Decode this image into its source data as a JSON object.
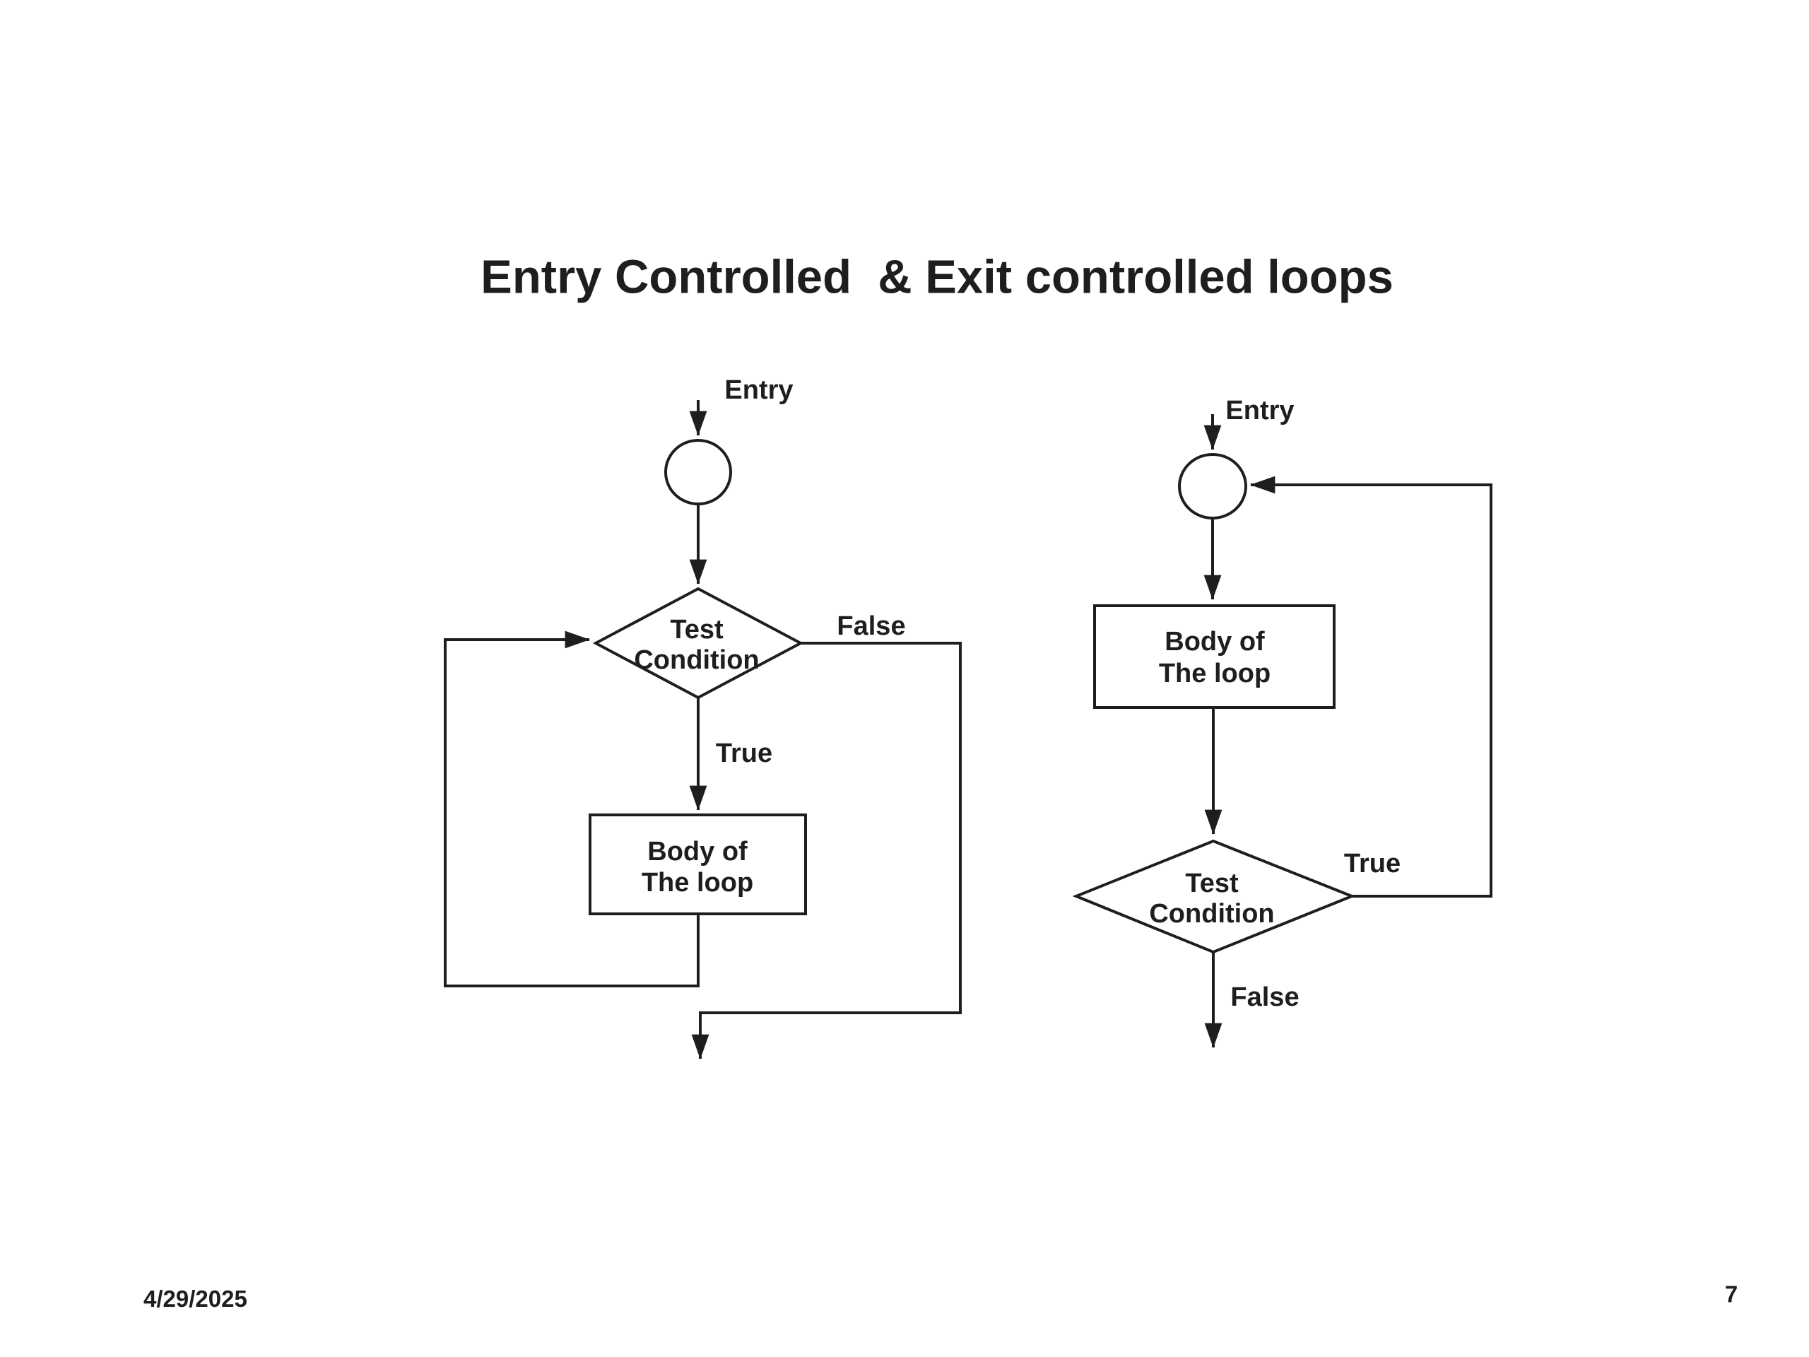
{
  "colors": {
    "ink": "#1e1e1e",
    "background": "#ffffff"
  },
  "slide": {
    "title": "Entry Controlled  & Exit controlled loops"
  },
  "left_flowchart": {
    "name": "entry controlled loop",
    "entry_label": "Entry",
    "decision": {
      "line1": "Test",
      "line2": "Condition"
    },
    "false_label": "False",
    "true_label": "True",
    "body": {
      "line1": "Body of",
      "line2": "The loop"
    }
  },
  "right_flowchart": {
    "name": "exit controlled loop",
    "entry_label": "Entry",
    "body": {
      "line1": "Body of",
      "line2": "The loop"
    },
    "decision": {
      "line1": "Test",
      "line2": "Condition"
    },
    "true_label": "True",
    "false_label": "False"
  },
  "footer": {
    "date": "4/29/2025",
    "page_number": "7"
  }
}
